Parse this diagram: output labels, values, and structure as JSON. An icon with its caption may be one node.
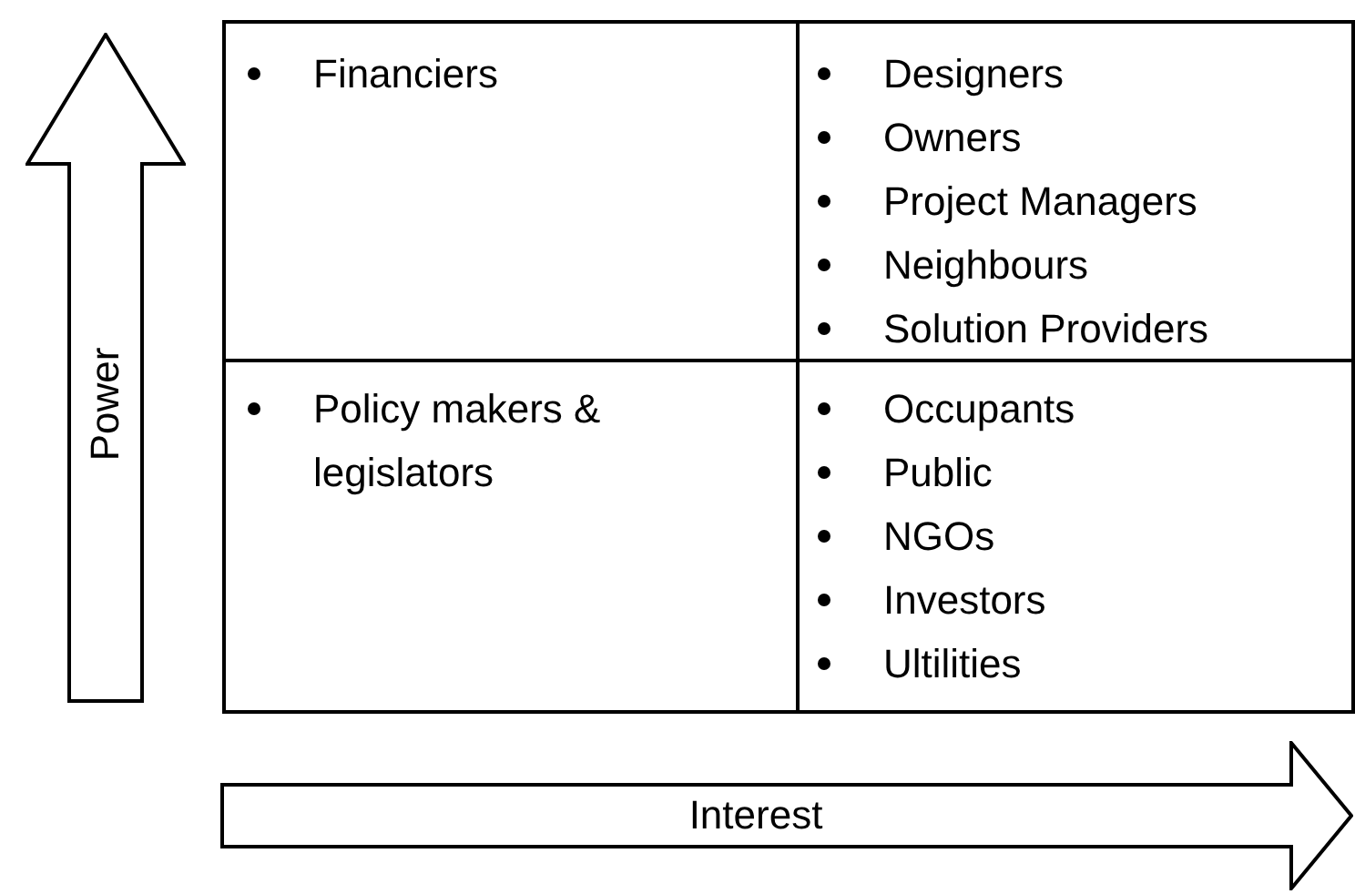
{
  "diagram": {
    "nodes": [
      {
        "text": [
          "Power"
        ]
      },
      {
        "text": [
          "Financiers"
        ]
      },
      {
        "text": [
          "Designers",
          "Owners",
          "Project Managers",
          "Neighbours",
          "Solution Providers"
        ]
      },
      {
        "text": [
          "Policy makers & legislators"
        ]
      },
      {
        "text": [
          "Occupants",
          "Public",
          "NGOs",
          "Investors",
          "Ultilities"
        ]
      },
      {
        "text": [
          "Interest"
        ]
      }
    ]
  }
}
